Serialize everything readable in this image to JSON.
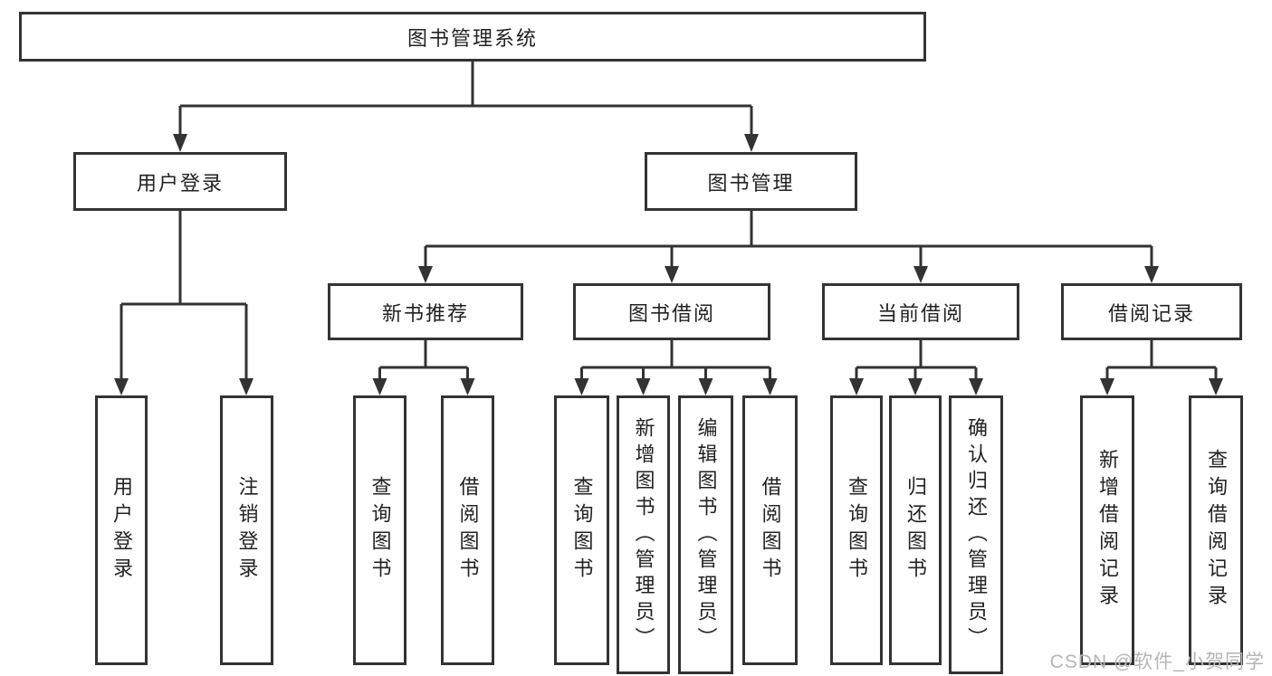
{
  "diagram": {
    "root": {
      "label": "图书管理系统"
    },
    "branches": [
      {
        "label": "用户登录",
        "children": [
          {
            "label": "用户登录"
          },
          {
            "label": "注销登录"
          }
        ]
      },
      {
        "label": "图书管理",
        "children": [
          {
            "label": "新书推荐",
            "children": [
              {
                "label": "查询图书"
              },
              {
                "label": "借阅图书"
              }
            ]
          },
          {
            "label": "图书借阅",
            "children": [
              {
                "label": "查询图书"
              },
              {
                "label": "新增图书（管理员）"
              },
              {
                "label": "编辑图书（管理员）"
              },
              {
                "label": "借阅图书"
              }
            ]
          },
          {
            "label": "当前借阅",
            "children": [
              {
                "label": "查询图书"
              },
              {
                "label": "归还图书"
              },
              {
                "label": "确认归还（管理员）"
              }
            ]
          },
          {
            "label": "借阅记录",
            "children": [
              {
                "label": "新增借阅记录"
              },
              {
                "label": "查询借阅记录"
              }
            ]
          }
        ]
      }
    ]
  },
  "watermark": {
    "text": "CSDN @软件_小贺同学"
  },
  "colors": {
    "line": "#333333",
    "text": "#222222",
    "background": "#ffffff",
    "watermark": "#b5b5b5"
  }
}
